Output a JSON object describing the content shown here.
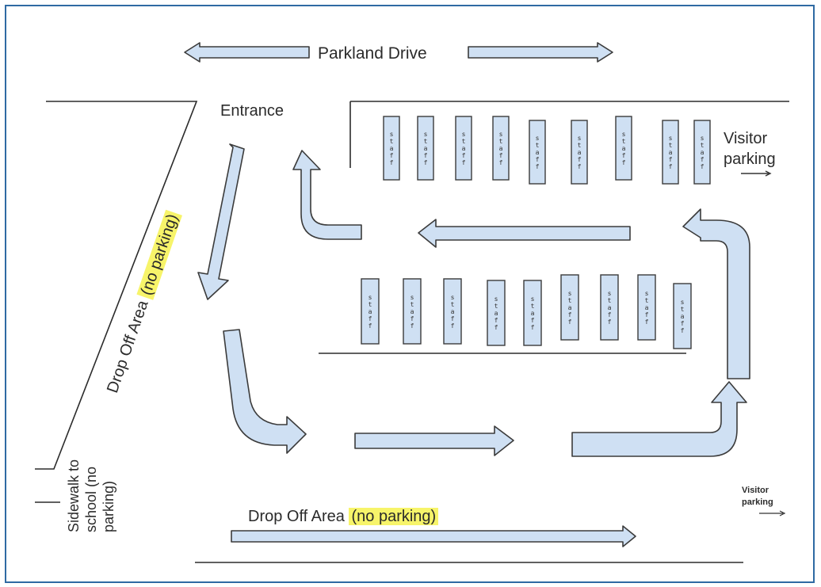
{
  "street": {
    "name": "Parkland Drive"
  },
  "entrance": {
    "label": "Entrance"
  },
  "visitor_parking": {
    "upper_line1": "Visitor",
    "upper_line2": "parking",
    "lower_line1": "Visitor",
    "lower_line2": "parking"
  },
  "drop_off_diagonal": {
    "label": "Drop Off Area",
    "note": "(no parking)"
  },
  "drop_off_bottom": {
    "label": "Drop Off Area",
    "note": "(no parking)"
  },
  "sidewalk": {
    "line1": "Sidewalk to",
    "line2": "school (no",
    "line3": "parking)"
  },
  "stall_label": "staff",
  "rows": {
    "top_stall_count": 9,
    "middle_stall_count": 9
  },
  "colors": {
    "arrow_fill": "#cfe0f3",
    "highlight": "#f7f46a",
    "frame": "#2f6aa3"
  }
}
